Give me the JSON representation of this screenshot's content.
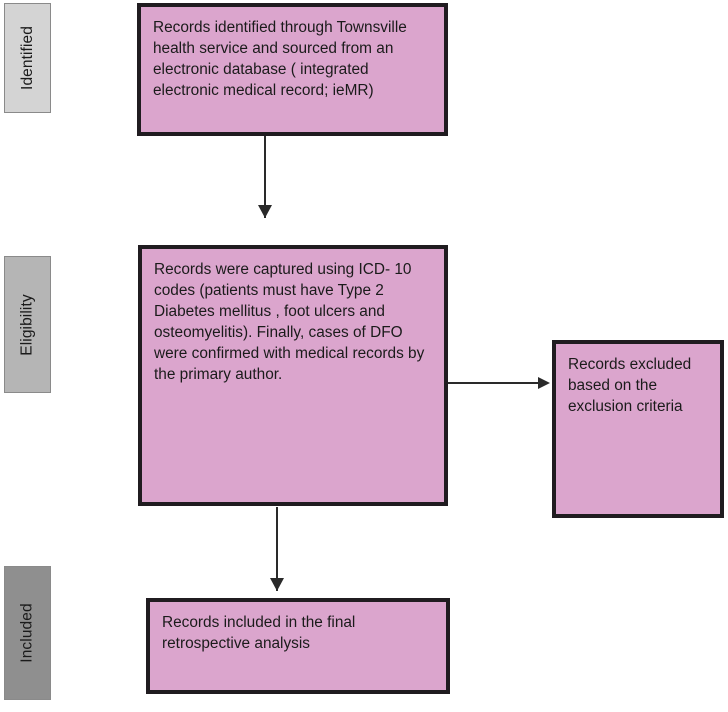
{
  "diagram": {
    "title": "PRISMA-style record selection flow diagram",
    "colors": {
      "box_fill": "#dba5cd",
      "box_border": "#201c20",
      "stage_identified_fill": "#d4d4d4",
      "stage_eligibility_fill": "#b5b5b5",
      "stage_included_fill": "#8f8f8f",
      "connector": "#2a2a2a",
      "background": "#ffffff"
    }
  },
  "stages": [
    {
      "id": "identified",
      "label": "Identified"
    },
    {
      "id": "eligibility",
      "label": "Eligibility"
    },
    {
      "id": "included",
      "label": "Included"
    }
  ],
  "boxes": {
    "identified": {
      "text": "Records identified through Townsville health service and sourced from an electronic database ( integrated electronic medical record; ieMR)"
    },
    "eligibility": {
      "text": "Records were captured using ICD- 10 codes (patients must have Type 2 Diabetes mellitus , foot ulcers and osteomyelitis). Finally, cases of DFO were confirmed with medical records by the primary author."
    },
    "excluded": {
      "text": "Records excluded based on the exclusion criteria"
    },
    "included": {
      "text": "Records included in the final retrospective analysis"
    }
  },
  "connectors": [
    {
      "id": "identified-to-eligibility",
      "direction": "down"
    },
    {
      "id": "eligibility-to-excluded",
      "direction": "right"
    },
    {
      "id": "eligibility-to-included",
      "direction": "down"
    }
  ]
}
